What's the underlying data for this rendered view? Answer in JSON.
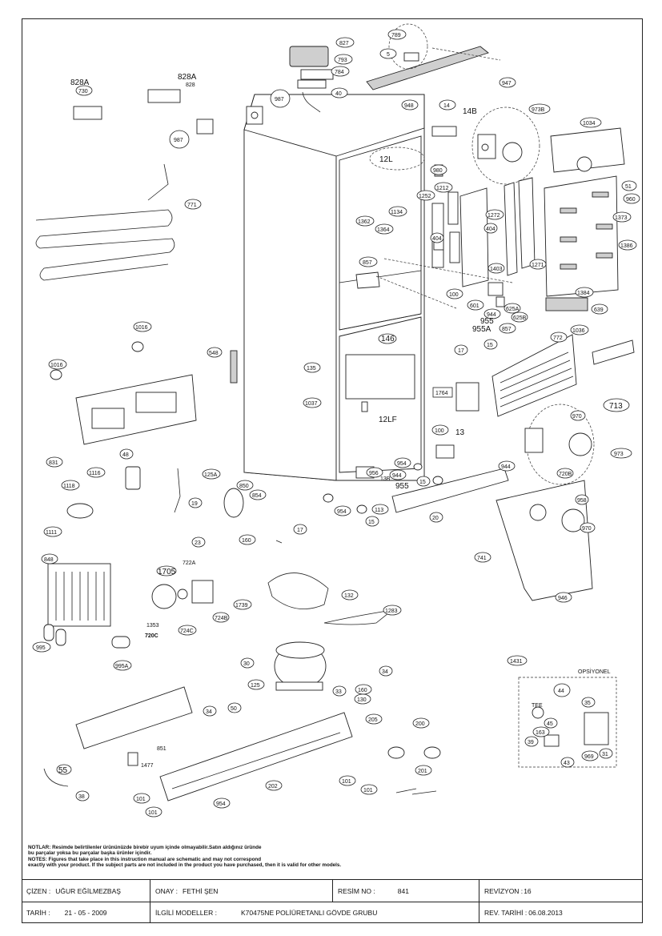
{
  "labels": {
    "p827": "827",
    "p793": "793",
    "p784": "784",
    "p789": "789",
    "p5": "5",
    "p947": "947",
    "p40": "40",
    "p987a": "987",
    "p948": "948",
    "p14": "14",
    "p14B": "14B",
    "p973B": "973B",
    "p1034": "1034",
    "p828A_1": "828A",
    "p730": "730",
    "p828A_2": "828A",
    "p828": "828",
    "p987b": "987",
    "p771": "771",
    "p12L": "12L",
    "p980": "980",
    "p1212": "1212",
    "p1252": "1252",
    "p1362": "1362",
    "p1364": "1364",
    "p1134": "1134",
    "p404a": "404",
    "p1272": "1272",
    "p404b": "404",
    "p1373": "1373",
    "p1386": "1386",
    "p51": "51",
    "p960": "960",
    "p857a": "857",
    "p1271": "1271",
    "p1403": "1403",
    "p1384": "1384",
    "p639": "639",
    "p100a": "100",
    "p601": "601",
    "p944a": "944",
    "p625A": "625A",
    "p625B": "625B",
    "p955a": "955",
    "p955A": "955A",
    "p857b": "857",
    "p1016a": "1016",
    "p146": "146",
    "p15a": "15",
    "p17a": "17",
    "p1036": "1036",
    "p772": "772",
    "p548": "548",
    "p135": "135",
    "p1016b": "1016",
    "p1764": "1764",
    "p713": "713",
    "p1037": "1037",
    "p12LF": "12LF",
    "p831": "831",
    "p100b": "100",
    "p13a": "13",
    "p970": "970",
    "p973": "973",
    "p720B": "720B",
    "p954a": "954",
    "p944b": "944",
    "p48": "48",
    "p125A": "125A",
    "p956": "956",
    "p13B": "13B",
    "p944c": "944",
    "p955b": "955",
    "p15b": "15",
    "p1116": "1116",
    "p1118": "1118",
    "p850": "850",
    "p854": "854",
    "p19": "19",
    "p954b": "954",
    "p113": "113",
    "p15c": "15",
    "p20": "20",
    "p958": "958",
    "p970b": "970",
    "p1111": "1111",
    "p23": "23",
    "p17b": "17",
    "p741": "741",
    "p848": "848",
    "p160a": "160",
    "p722A": "722A",
    "p1705": "1705",
    "p132": "132",
    "p1739": "1739",
    "p724B": "724B",
    "p946": "946",
    "p1353": "1353",
    "p720C": "720C",
    "p724C": "724C",
    "p995": "995",
    "p1283": "1283",
    "p995A": "995A",
    "p30": "30",
    "p34a": "34",
    "p1431": "1431",
    "p125": "125",
    "p160b": "160",
    "p33": "33",
    "p130": "130",
    "p50": "50",
    "p44": "44",
    "p35": "35",
    "p34b": "34",
    "pTEE": "TEE",
    "p45": "45",
    "p205": "205",
    "p163": "163",
    "p851": "851",
    "p1477": "1477",
    "p200": "200",
    "p39": "39",
    "p969": "969",
    "p31": "31",
    "p43": "43",
    "p55": "55",
    "p202": "202",
    "p201": "201",
    "p101a": "101",
    "p101b": "101",
    "p38": "38",
    "p101c": "101",
    "p954c": "954",
    "p101d": "101",
    "opsiyonel": "OPSİYONEL"
  },
  "notes": {
    "line1": "NOTLAR: Resimde belirtilenler ürününüzde birebir  uyum içinde olmayabilir.Satın aldığınız üründe",
    "line2": "bu parçalar yoksa bu parçalar başka ürünler içindir.",
    "line3": "NOTES: Figures that take place in this instruction manual are schematic  and may not correspond",
    "line4": "exactly with your product. If the subject parts are not included in the product you have purchased, then it is valid for other models."
  },
  "title_block": {
    "cizen_label": "ÇİZEN :",
    "cizen_value": "UĞUR EĞİLMEZBAŞ",
    "onay_label": "ONAY :",
    "onay_value": "FETHİ ŞEN",
    "resim_label": "RESİM NO :",
    "resim_value": "841",
    "revizyon_label": "REVİZYON :",
    "revizyon_value": "16",
    "tarih_label": "TARİH :",
    "tarih_value": "21 - 05 - 2009",
    "modeller_label": "İLGİLİ MODELLER :",
    "modeller_value": "K70475NE POLİÜRETANLI GÖVDE GRUBU",
    "rev_tarihi_label": "REV. TARİHİ :",
    "rev_tarihi_value": "06.08.2013"
  }
}
